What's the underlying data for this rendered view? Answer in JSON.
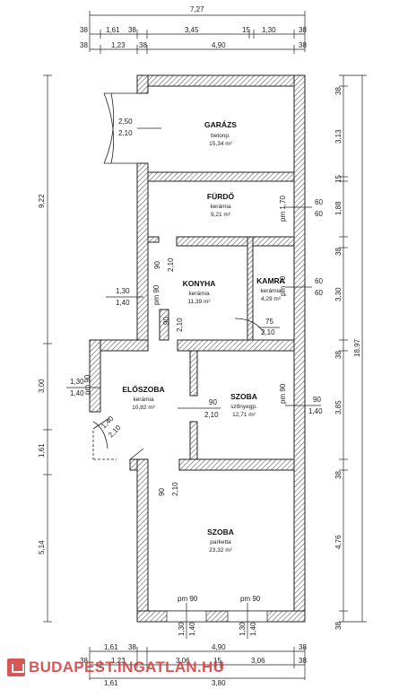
{
  "dimensions": {
    "top_total": "7,27",
    "top_row2": [
      "38",
      "1,61",
      "38",
      "3,45",
      "15",
      "1,30",
      "38"
    ],
    "top_row3": [
      "38",
      "1,23",
      "38",
      "4,90",
      "38"
    ],
    "bottom_row1": [
      "1,61",
      "38",
      "4,90",
      "38"
    ],
    "bottom_row2": [
      "38",
      "1,23",
      "3,06",
      "15",
      "3,06",
      "38"
    ],
    "bottom_row3": [
      "1,61",
      "3,80"
    ],
    "left": [
      "9,22",
      "3,00",
      "1,61",
      "5,14"
    ],
    "right_total": "18,97",
    "right_segments": [
      "38",
      "3,13",
      "15",
      "1,88",
      "38",
      "3,30",
      "38",
      "3,85",
      "38",
      "4,76",
      "38"
    ],
    "openings": {
      "garage_door": [
        "2,50",
        "2,10"
      ],
      "bath_window": [
        "60",
        "60"
      ],
      "bath_door_pm": "pm 1,70",
      "kitchen_window": [
        "1,30",
        "1,40"
      ],
      "kitchen_pm": "pm 90",
      "kitchen_door": [
        "90",
        "2,10"
      ],
      "kitchen_door2": [
        "90",
        "2,10"
      ],
      "pantry_window": [
        "60",
        "60"
      ],
      "pantry_pm": "pm 70",
      "pantry_door": [
        "75",
        "2,10"
      ],
      "hall_window": [
        "1,30",
        "1,40"
      ],
      "hall_pm": "pm 90",
      "hall_door": [
        "1,40",
        "2,10"
      ],
      "room1_door": [
        "90",
        "2,10"
      ],
      "room1_window": [
        "90",
        "1,40"
      ],
      "room1_pm": "pm 90",
      "room2_door": [
        "90",
        "2,10"
      ],
      "bottom_windows": [
        "pm 90",
        "pm 90"
      ],
      "bottom_window_sizes": [
        "1,30",
        "1,40",
        "1,30",
        "1,40"
      ]
    }
  },
  "rooms": [
    {
      "name": "GARÁZS",
      "floor": "betonp.",
      "area": "15,34 m²"
    },
    {
      "name": "FÜRDŐ",
      "floor": "kerámia",
      "area": "9,21 m²"
    },
    {
      "name": "KONYHA",
      "floor": "kerámia",
      "area": "11,39 m²"
    },
    {
      "name": "KAMRA",
      "floor": "kerámia",
      "area": "4,29 m²"
    },
    {
      "name": "ELŐSZOBA",
      "floor": "kerámia",
      "area": "10,82 m²"
    },
    {
      "name": "SZOBA",
      "floor": "szőnyegp.",
      "area": "12,71 m²"
    },
    {
      "name": "SZOBA",
      "floor": "parketta",
      "area": "23,32 m²"
    }
  ],
  "watermark": "BUDAPEST.INGATLAN.HU",
  "colors": {
    "wall_hatch": "#555555",
    "watermark": "#cf3a3a"
  }
}
